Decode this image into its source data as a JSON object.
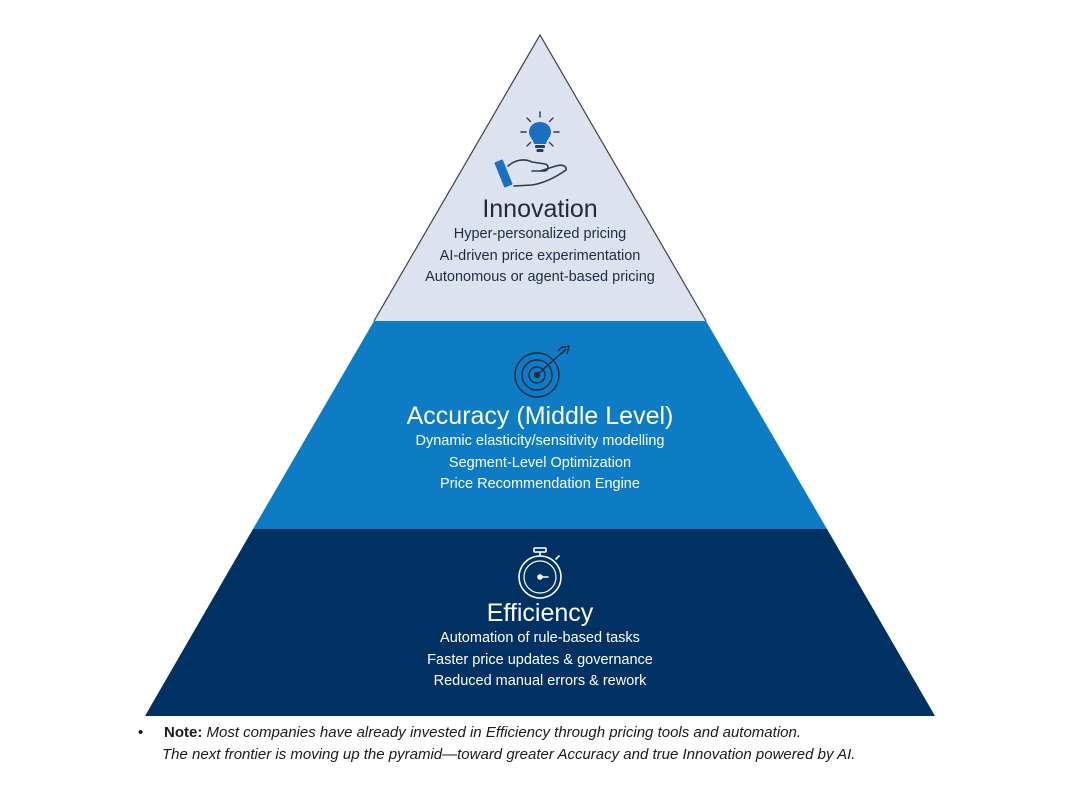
{
  "tiers": {
    "innovation": {
      "title": "Innovation",
      "lines": [
        "Hyper-personalized pricing",
        "AI-driven price experimentation",
        "Autonomous or agent-based pricing"
      ],
      "icon": "lightbulb-hand-icon",
      "color": "#dde3ee"
    },
    "accuracy": {
      "title": "Accuracy (Middle Level)",
      "lines": [
        "Dynamic elasticity/sensitivity modelling",
        "Segment-Level Optimization",
        "Price Recommendation Engine"
      ],
      "icon": "target-arrow-icon",
      "color": "#0e7cc5"
    },
    "efficiency": {
      "title": "Efficiency",
      "lines": [
        "Automation of rule-based tasks",
        "Faster price updates & governance",
        "Reduced manual errors & rework"
      ],
      "icon": "stopwatch-icon",
      "color": "#003163"
    }
  },
  "note": {
    "bullet": "•",
    "label": "Note:",
    "line1": "Most companies have already invested in Efficiency through pricing tools and automation.",
    "line2": "The next frontier is moving up the pyramid—toward greater Accuracy and true Innovation powered by AI."
  },
  "colors": {
    "outline": "#3a4150",
    "icon_blue": "#1b6fc0",
    "icon_dark": "#2b3a55"
  }
}
